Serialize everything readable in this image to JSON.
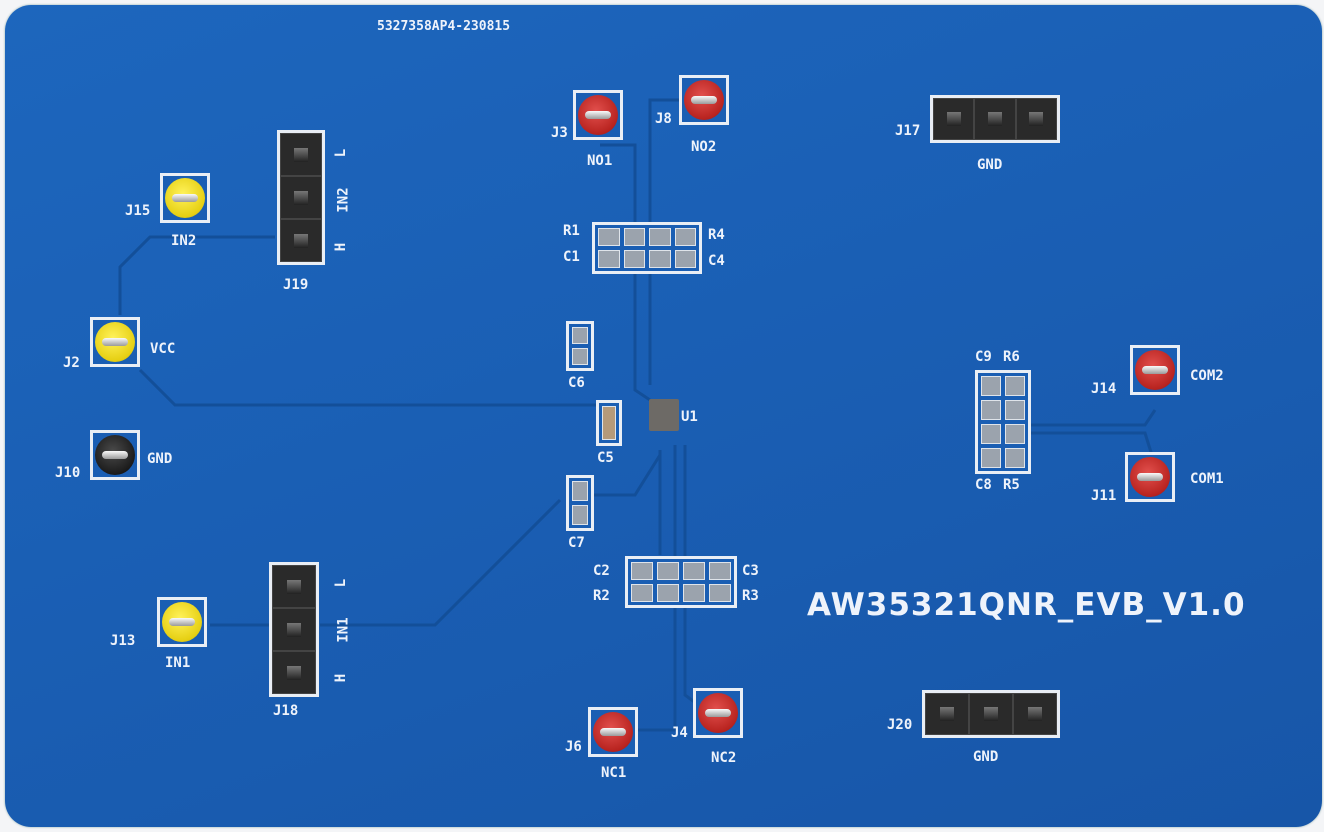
{
  "board": {
    "lot_code": "5327358AP4-230815",
    "title": "AW35321QNR_EVB_V1.0",
    "u1": "U1"
  },
  "test_points": {
    "j3": {
      "ref": "J3",
      "net": "NO1"
    },
    "j8": {
      "ref": "J8",
      "net": "NO2"
    },
    "j15": {
      "ref": "J15",
      "net": "IN2"
    },
    "j2": {
      "ref": "J2",
      "net": "VCC"
    },
    "j10": {
      "ref": "J10",
      "net": "GND"
    },
    "j13": {
      "ref": "J13",
      "net": "IN1"
    },
    "j6": {
      "ref": "J6",
      "net": "NC1"
    },
    "j4": {
      "ref": "J4",
      "net": "NC2"
    },
    "j14": {
      "ref": "J14",
      "net": "COM2"
    },
    "j11": {
      "ref": "J11",
      "net": "COM1"
    }
  },
  "headers": {
    "j19": {
      "ref": "J19",
      "top": "L",
      "mid": "IN2",
      "bottom": "H"
    },
    "j18": {
      "ref": "J18",
      "top": "L",
      "mid": "IN1",
      "bottom": "H"
    },
    "j17": {
      "ref": "J17",
      "net": "GND"
    },
    "j20": {
      "ref": "J20",
      "net": "GND"
    }
  },
  "passives": {
    "r1": "R1",
    "c1": "C1",
    "r4": "R4",
    "c4": "C4",
    "c2": "C2",
    "r2": "R2",
    "c3": "C3",
    "r3": "R3",
    "c6": "C6",
    "c5": "C5",
    "c7": "C7",
    "c9": "C9",
    "r6": "R6",
    "c8": "C8",
    "r5": "R5"
  },
  "colors": {
    "board": "#1a5eb3",
    "silkscreen": "#eef3fb",
    "red_post": "#c62b27",
    "yellow_post": "#f0d71a"
  }
}
